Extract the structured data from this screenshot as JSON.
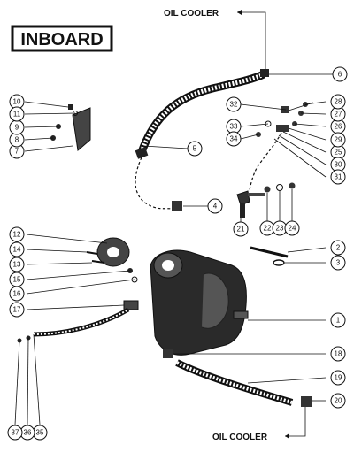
{
  "title": "INBOARD",
  "oil_cooler_top": "OIL COOLER",
  "oil_cooler_bottom": "OIL COOLER",
  "callouts": [
    {
      "num": "1"
    },
    {
      "num": "2"
    },
    {
      "num": "3"
    },
    {
      "num": "4"
    },
    {
      "num": "5"
    },
    {
      "num": "6"
    },
    {
      "num": "7"
    },
    {
      "num": "8"
    },
    {
      "num": "9"
    },
    {
      "num": "10"
    },
    {
      "num": "11"
    },
    {
      "num": "12"
    },
    {
      "num": "13"
    },
    {
      "num": "14"
    },
    {
      "num": "15"
    },
    {
      "num": "16"
    },
    {
      "num": "17"
    },
    {
      "num": "18"
    },
    {
      "num": "19"
    },
    {
      "num": "20"
    },
    {
      "num": "21"
    },
    {
      "num": "22"
    },
    {
      "num": "23"
    },
    {
      "num": "24"
    },
    {
      "num": "25"
    },
    {
      "num": "26"
    },
    {
      "num": "27"
    },
    {
      "num": "28"
    },
    {
      "num": "29"
    },
    {
      "num": "30"
    },
    {
      "num": "31"
    },
    {
      "num": "32"
    },
    {
      "num": "33"
    },
    {
      "num": "34"
    },
    {
      "num": "35"
    },
    {
      "num": "36"
    },
    {
      "num": "37"
    }
  ]
}
